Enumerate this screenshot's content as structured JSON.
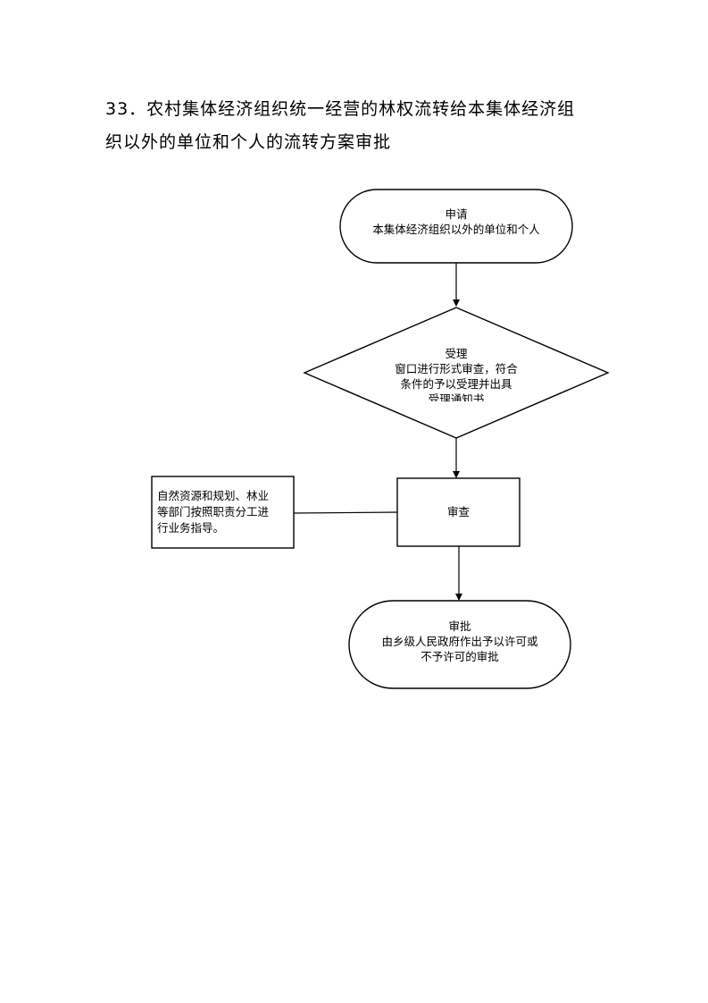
{
  "title": {
    "line1": "33．农村集体经济组织统一经营的林权流转给本集体经济组",
    "line2": "织以外的单位和个人的流转方案审批"
  },
  "nodes": {
    "apply": {
      "heading": "申请",
      "line1": "本集体经济组织以外的单位和个人"
    },
    "accept": {
      "heading": "受理",
      "line1": "窗口进行形式审查，符合",
      "line2": "条件的予以受理并出具",
      "line3": "受理通知书"
    },
    "review": {
      "label": "审查"
    },
    "approve": {
      "heading": "审批",
      "line1": "由乡级人民政府作出予以许可或",
      "line2": "不予许可的审批"
    }
  },
  "note": {
    "line1": "自然资源和规划、林业",
    "line2": "等部门按照职责分工进",
    "line3": "行业务指导。"
  }
}
